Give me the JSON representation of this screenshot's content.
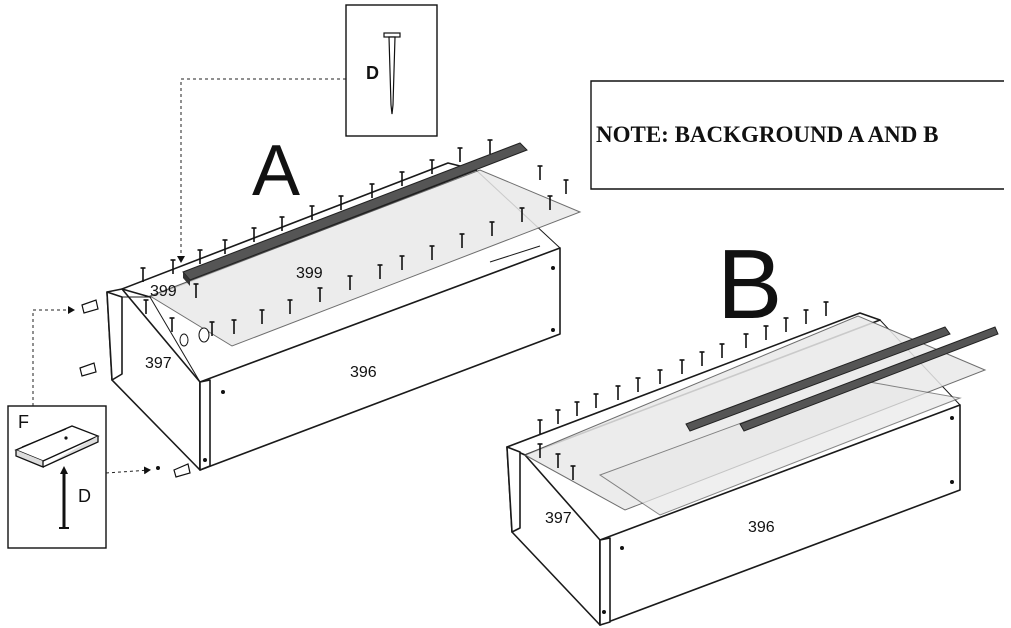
{
  "note": {
    "text": "NOTE: BACKGROUND A AND B"
  },
  "assembly_a": {
    "title": "A",
    "part_labels": {
      "top_left": "399",
      "top_center": "399",
      "side": "397",
      "front": "396"
    }
  },
  "assembly_b": {
    "title": "B",
    "part_labels": {
      "side": "397",
      "front": "396"
    }
  },
  "callout_nail": {
    "label": "D"
  },
  "callout_bracket": {
    "bracket_label": "F",
    "nail_label": "D"
  }
}
